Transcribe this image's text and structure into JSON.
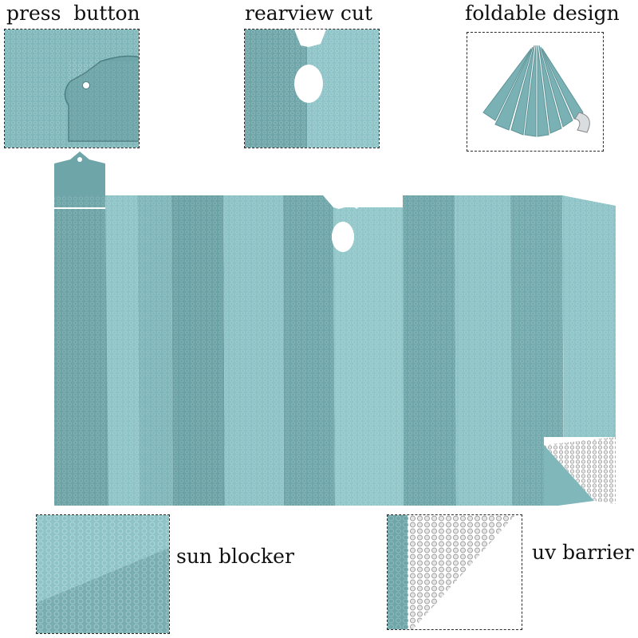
{
  "labels": {
    "press_button": "press  button",
    "rearview_cut": "rearview cut",
    "foldable_design": "foldable design",
    "sun_blocker": "sun blocker",
    "uv_barrier": "uv barrier"
  },
  "colors": {
    "teal_light": "#8ec4c6",
    "teal_mid": "#76adb0",
    "teal_dark": "#5f9599",
    "silver": "#c8c8c8",
    "border": "#2a2a2a"
  }
}
